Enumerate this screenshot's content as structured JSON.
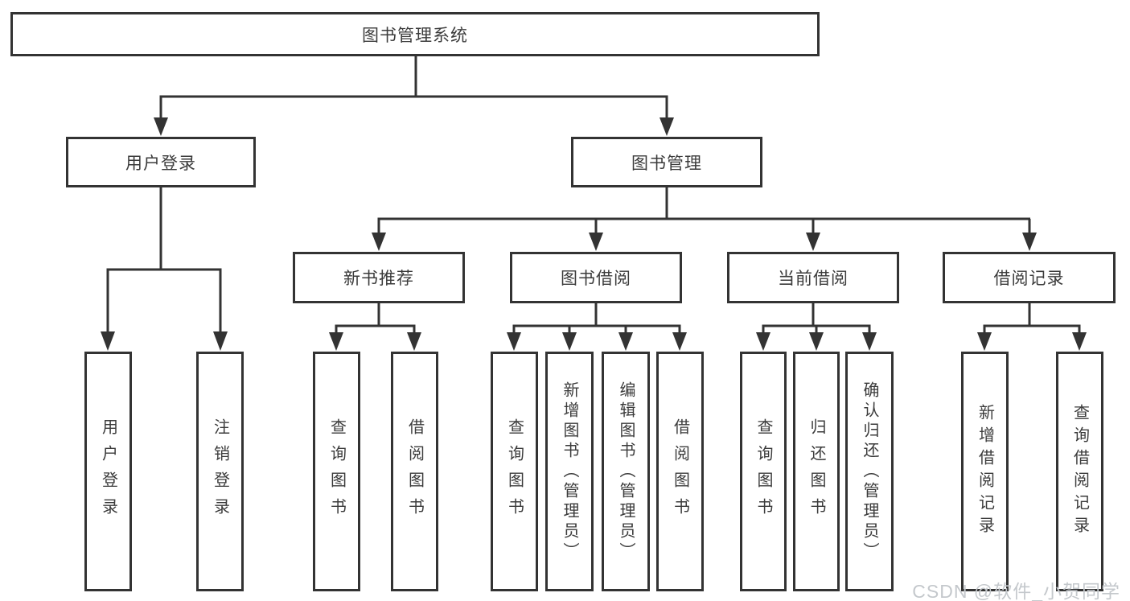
{
  "title": "图书管理系统",
  "level2": {
    "user_login": "用户登录",
    "book_mgmt": "图书管理"
  },
  "level3": {
    "new_books": "新书推荐",
    "book_borrow": "图书借阅",
    "current_borrow": "当前借阅",
    "borrow_records": "借阅记录"
  },
  "leaves": {
    "user_login": [
      "用户登录",
      "注销登录"
    ],
    "new_books": [
      "查询图书",
      "借阅图书"
    ],
    "book_borrow": [
      "查询图书",
      "新增图书（管理员）",
      "编辑图书（管理员）",
      "借阅图书"
    ],
    "current_borrow": [
      "查询图书",
      "归还图书",
      "确认归还（管理员）"
    ],
    "borrow_records": [
      "新增借阅记录",
      "查询借阅记录"
    ]
  },
  "watermark": "CSDN @软件_小贺同学",
  "colors": {
    "line": "#333333",
    "text": "#3b3b3b",
    "box_background": "#ffffff",
    "page_background": "#ffffff",
    "watermark": "#c4c8cc"
  }
}
